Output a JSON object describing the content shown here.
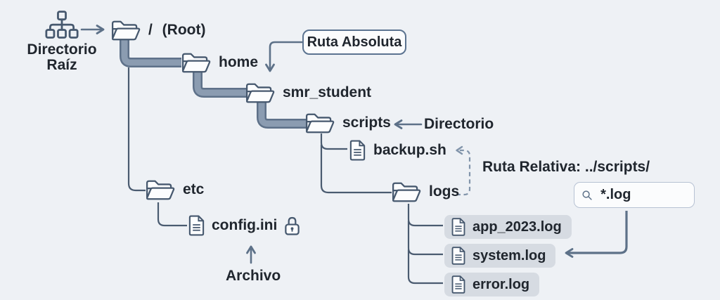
{
  "colors": {
    "background": "#eef1f5",
    "line": "#4a5b70",
    "band_fill": "#8b9cb1",
    "band_edge": "#5e7189",
    "arrow": "#5d7188",
    "dashed_arrow": "#8194aa",
    "chip_background": "#d6dbe2",
    "box_border": "#5b7390",
    "text": "#20262e"
  },
  "legend": {
    "line1": "Directorio",
    "line2": "Raíz"
  },
  "nodes": {
    "root": "/ (Root)",
    "home": "home",
    "smr_student": "smr_student",
    "scripts": "scripts",
    "backup": "backup.sh",
    "logs": "logs",
    "etc": "etc",
    "config": "config.ini"
  },
  "log_files": [
    "app_2023.log",
    "system.log",
    "error.log"
  ],
  "annotations": {
    "ruta_absoluta": "Ruta Absoluta",
    "directorio": "Directorio",
    "ruta_relativa": "Ruta Relativa: ../scripts/",
    "archivo": "Archivo"
  },
  "search": {
    "value": "*.log"
  }
}
